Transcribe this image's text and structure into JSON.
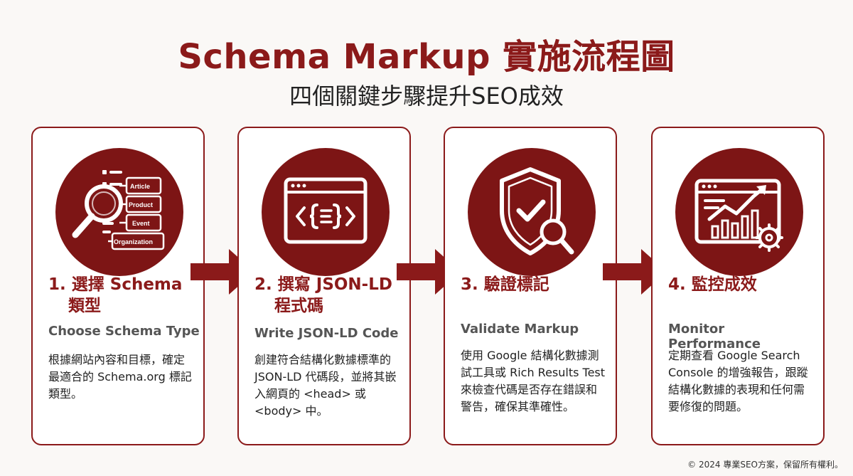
{
  "header": {
    "title": "Schema Markup 實施流程圖",
    "subtitle": "四個關鍵步驟提升SEO成效"
  },
  "steps": [
    {
      "title_line1": "1. 選擇 Schema",
      "title_line2": "類型",
      "english": "Choose Schema Type",
      "description": "根據網站內容和目標，確定最適合的 Schema.org 標記類型。",
      "icon": "schema-types-magnifier-icon",
      "icon_labels": [
        "Article",
        "Product",
        "Event",
        "Organization"
      ]
    },
    {
      "title_line1": "2. 撰寫 JSON-LD",
      "title_line2": "程式碼",
      "english": "Write JSON-LD Code",
      "description": "創建符合結構化數據標準的 JSON-LD 代碼段，並將其嵌入網頁的 <head> 或 <body> 中。",
      "icon": "code-window-icon"
    },
    {
      "title_line1": "3. 驗證標記",
      "title_line2": "",
      "english": "Validate Markup",
      "description": "使用 Google 結構化數據測試工具或 Rich Results Test 來檢查代碼是否存在錯誤和警告，確保其準確性。",
      "icon": "shield-check-icon"
    },
    {
      "title_line1": "4. 監控成效",
      "title_line2": "",
      "english": "Monitor Performance",
      "description": "定期查看 Google Search Console 的增強報告，跟蹤結構化數據的表現和任何需要修復的問題。",
      "icon": "performance-chart-icon"
    }
  ],
  "footer": {
    "copyright": "© 2024 專業SEO方案，保留所有權利。"
  },
  "colors": {
    "accent": "#8b1a1a",
    "icon_bg": "#7d1515",
    "background": "#faf8f6"
  }
}
